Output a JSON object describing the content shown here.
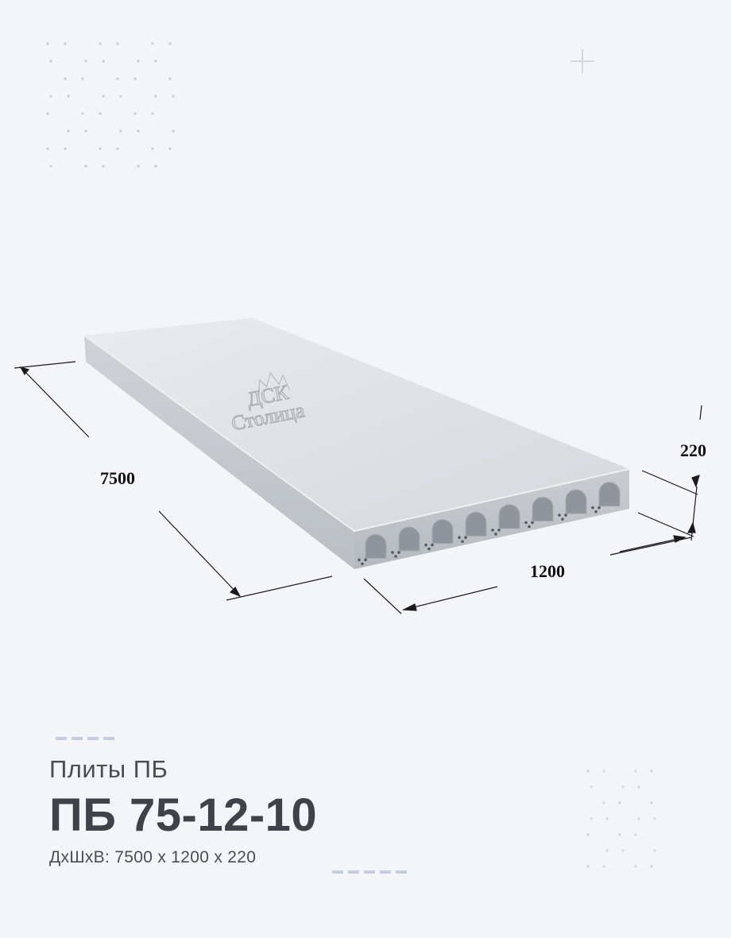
{
  "product": {
    "category": "Плиты ПБ",
    "model": "ПБ 75-12-10",
    "spec_label": "ДхШхВ:",
    "spec_length": "7500",
    "spec_width": "1200",
    "spec_height": "220",
    "spec_separator": "x"
  },
  "dimensions": {
    "length": "7500",
    "width": "1200",
    "height": "220"
  },
  "slab": {
    "stamp_line1": "ДСК",
    "stamp_line2": "Столица",
    "hollow_cores": 8
  },
  "colors": {
    "background": "#f4f5f9",
    "concrete": "#dde0e3",
    "text_dark": "#3f4249",
    "accent": "#c3cde3"
  },
  "decor_icons": [
    "plus-icon",
    "dot-pattern"
  ]
}
